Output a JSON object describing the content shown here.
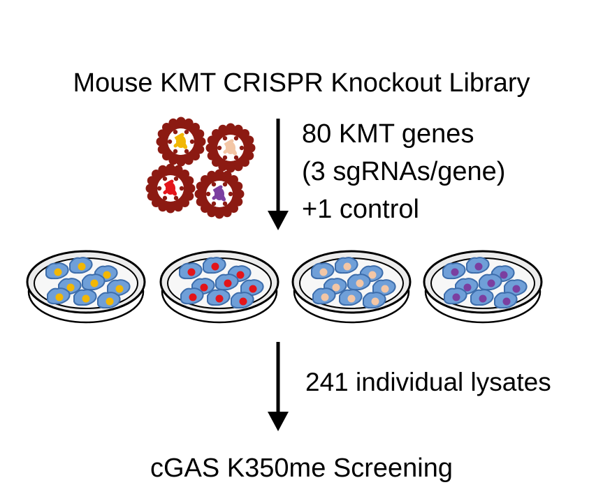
{
  "title": "Mouse KMT CRISPR Knockout Library",
  "library_notes": [
    "80 KMT genes",
    "(3 sgRNAs/gene)",
    "+1 control"
  ],
  "lysates_note": "241 individual lysates",
  "bottom": "cGAS K350me Screening",
  "colors": {
    "virus_coat": "#8c1a12",
    "virus_inner": "#ffffff",
    "cell_fill": "#6f9fd8",
    "cell_stroke": "#3d6dab",
    "dish_fill": "#ececec",
    "arrow": "#000000"
  },
  "viruses": [
    {
      "label": "yellow-virus",
      "cargo": "#f2b705"
    },
    {
      "label": "peach-virus",
      "cargo": "#f3c6a5"
    },
    {
      "label": "red-virus",
      "cargo": "#e3151a"
    },
    {
      "label": "purple-virus",
      "cargo": "#7b3fa0"
    }
  ],
  "dishes": [
    {
      "label": "yellow-dish",
      "nucleus": "#f2b705"
    },
    {
      "label": "red-dish",
      "nucleus": "#e3151a"
    },
    {
      "label": "peach-dish",
      "nucleus": "#f3c6a5"
    },
    {
      "label": "purple-dish",
      "nucleus": "#7b3fa0"
    }
  ]
}
